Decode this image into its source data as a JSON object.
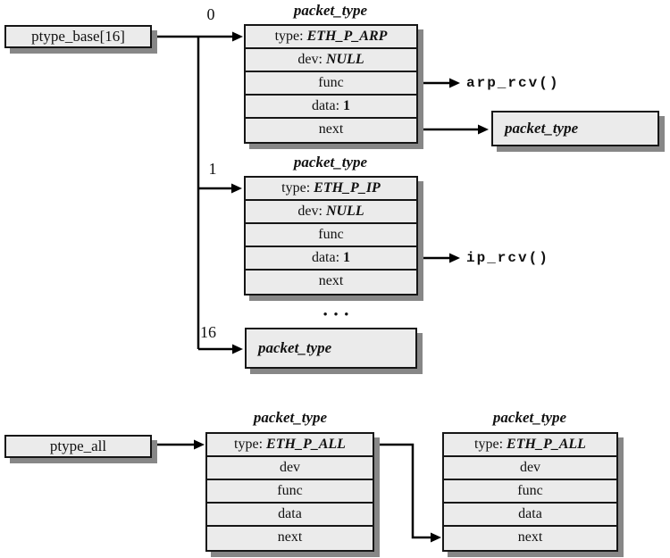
{
  "colors": {
    "line": "#000000",
    "border": "#161616",
    "box_fill": "#ebebeb",
    "shadow": "#878787",
    "background": "#ffffff"
  },
  "ptype_base": {
    "label": "ptype_base[16]"
  },
  "ptype_all": {
    "label": "ptype_all"
  },
  "branch_labels": {
    "slot0": "0",
    "slot1": "1",
    "slot16": "16"
  },
  "ellipsis": "• • •",
  "structs": {
    "arp": {
      "title": "packet_type",
      "rows": [
        {
          "label": "type: ",
          "value": "ETH_P_ARP"
        },
        {
          "label": "dev: ",
          "value": "NULL"
        },
        {
          "label": "func"
        },
        {
          "label": "data: ",
          "value": "1"
        },
        {
          "label": "next"
        }
      ]
    },
    "ip": {
      "title": "packet_type",
      "rows": [
        {
          "label": "type: ",
          "value": "ETH_P_IP"
        },
        {
          "label": "dev: ",
          "value": "NULL"
        },
        {
          "label": "func"
        },
        {
          "label": "data: ",
          "value": "1"
        },
        {
          "label": "next"
        }
      ]
    },
    "all1": {
      "title": "packet_type",
      "rows": [
        {
          "label": "type: ",
          "value": "ETH_P_ALL"
        },
        {
          "label": "dev"
        },
        {
          "label": "func"
        },
        {
          "label": "data"
        },
        {
          "label": "next"
        }
      ]
    },
    "all2": {
      "title": "packet_type",
      "rows": [
        {
          "label": "type: ",
          "value": "ETH_P_ALL"
        },
        {
          "label": "dev"
        },
        {
          "label": "func"
        },
        {
          "label": "data"
        },
        {
          "label": "next"
        }
      ]
    }
  },
  "handlers": {
    "arp": "arp_rcv()",
    "ip": "ip_rcv()"
  },
  "next_box": {
    "label": "packet_type"
  },
  "tail_box": {
    "label": "packet_type"
  }
}
